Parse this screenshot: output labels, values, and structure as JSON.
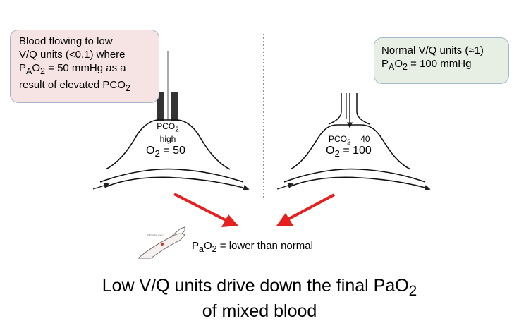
{
  "left_callout": {
    "line1": "Blood flowing to low",
    "line2": "V/Q units (<0.1) where",
    "line3_pre": "P",
    "line3_sub1": "A",
    "line3_mid": "O",
    "line3_sub2": "2",
    "line3_post": " = 50 mmHg as a",
    "line4_pre": "result of elevated PCO",
    "line4_sub": "2"
  },
  "right_callout": {
    "line1": "Normal V/Q  units (≈1)",
    "line2_pre": "P",
    "line2_sub1": "A",
    "line2_mid": "O",
    "line2_sub2": "2",
    "line2_post": " = 100 mmHg"
  },
  "left_alveolus": {
    "pco2_pre": "PCO",
    "pco2_sub": "2",
    "pco2_value": "high",
    "o2_pre": "O",
    "o2_sub": "2",
    "o2_value": " = 50"
  },
  "right_alveolus": {
    "pco2_pre": "PCO",
    "pco2_sub": "2",
    "pco2_value": " = 40",
    "o2_pre": "O",
    "o2_sub": "2",
    "o2_value": " = 100"
  },
  "arterial": {
    "pre": "P",
    "sub1": "a",
    "mid": "O",
    "sub2": "2",
    "post": " = lower than normal",
    "arm_label": "Right radial artery"
  },
  "title": {
    "line1_pre": "Low V/Q units drive down the final PaO",
    "line1_sub": "2",
    "line2": "of mixed blood"
  },
  "colors": {
    "arrow_red": "#e5201f",
    "divider_blue": "#4f6fa8",
    "airway_dark": "#333333"
  }
}
